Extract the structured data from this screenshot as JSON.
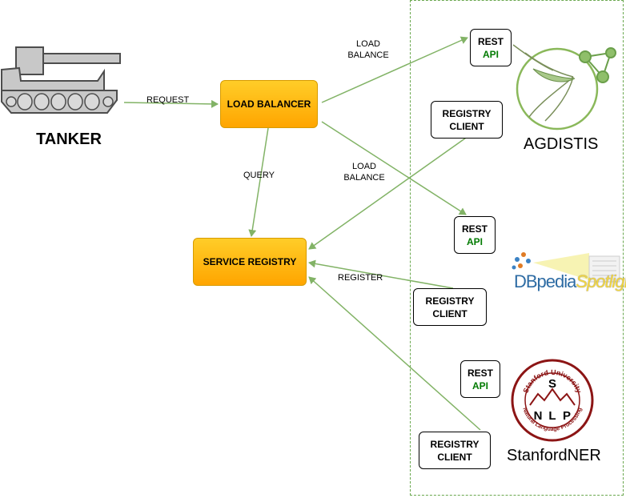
{
  "client": {
    "name": "TANKER"
  },
  "components": {
    "load_balancer": "LOAD BALANCER",
    "service_registry": "SERVICE REGISTRY"
  },
  "edges": {
    "request": "REQUEST",
    "query": "QUERY",
    "register": "REGISTER",
    "load_balance_top": [
      "LOAD",
      "BALANCE"
    ],
    "load_balance_mid": [
      "LOAD",
      "BALANCE"
    ]
  },
  "services": [
    {
      "name": "AGDISTIS",
      "rest": "REST",
      "api": "API",
      "registry_client": [
        "REGISTRY",
        "CLIENT"
      ]
    },
    {
      "name": "DBpedia Spotlight",
      "logo_text_a": "DBpedia",
      "logo_text_b": "Spotlight",
      "rest": "REST",
      "api": "API",
      "registry_client": [
        "REGISTRY",
        "CLIENT"
      ]
    },
    {
      "name": "StanfordNER",
      "rest": "REST",
      "api": "API",
      "registry_client": [
        "REGISTRY",
        "CLIENT"
      ],
      "seal": {
        "top": "Stanford University",
        "bottom": "Natural Language Processing",
        "letters": [
          "S",
          "N",
          "L",
          "P"
        ]
      }
    }
  ],
  "colors": {
    "edge": "#82b366",
    "box_fill_top": "#ffcd28",
    "box_fill_bottom": "#ffa500",
    "group_border": "#6aa84f",
    "api": "#007a00",
    "seal": "#8c1515"
  }
}
